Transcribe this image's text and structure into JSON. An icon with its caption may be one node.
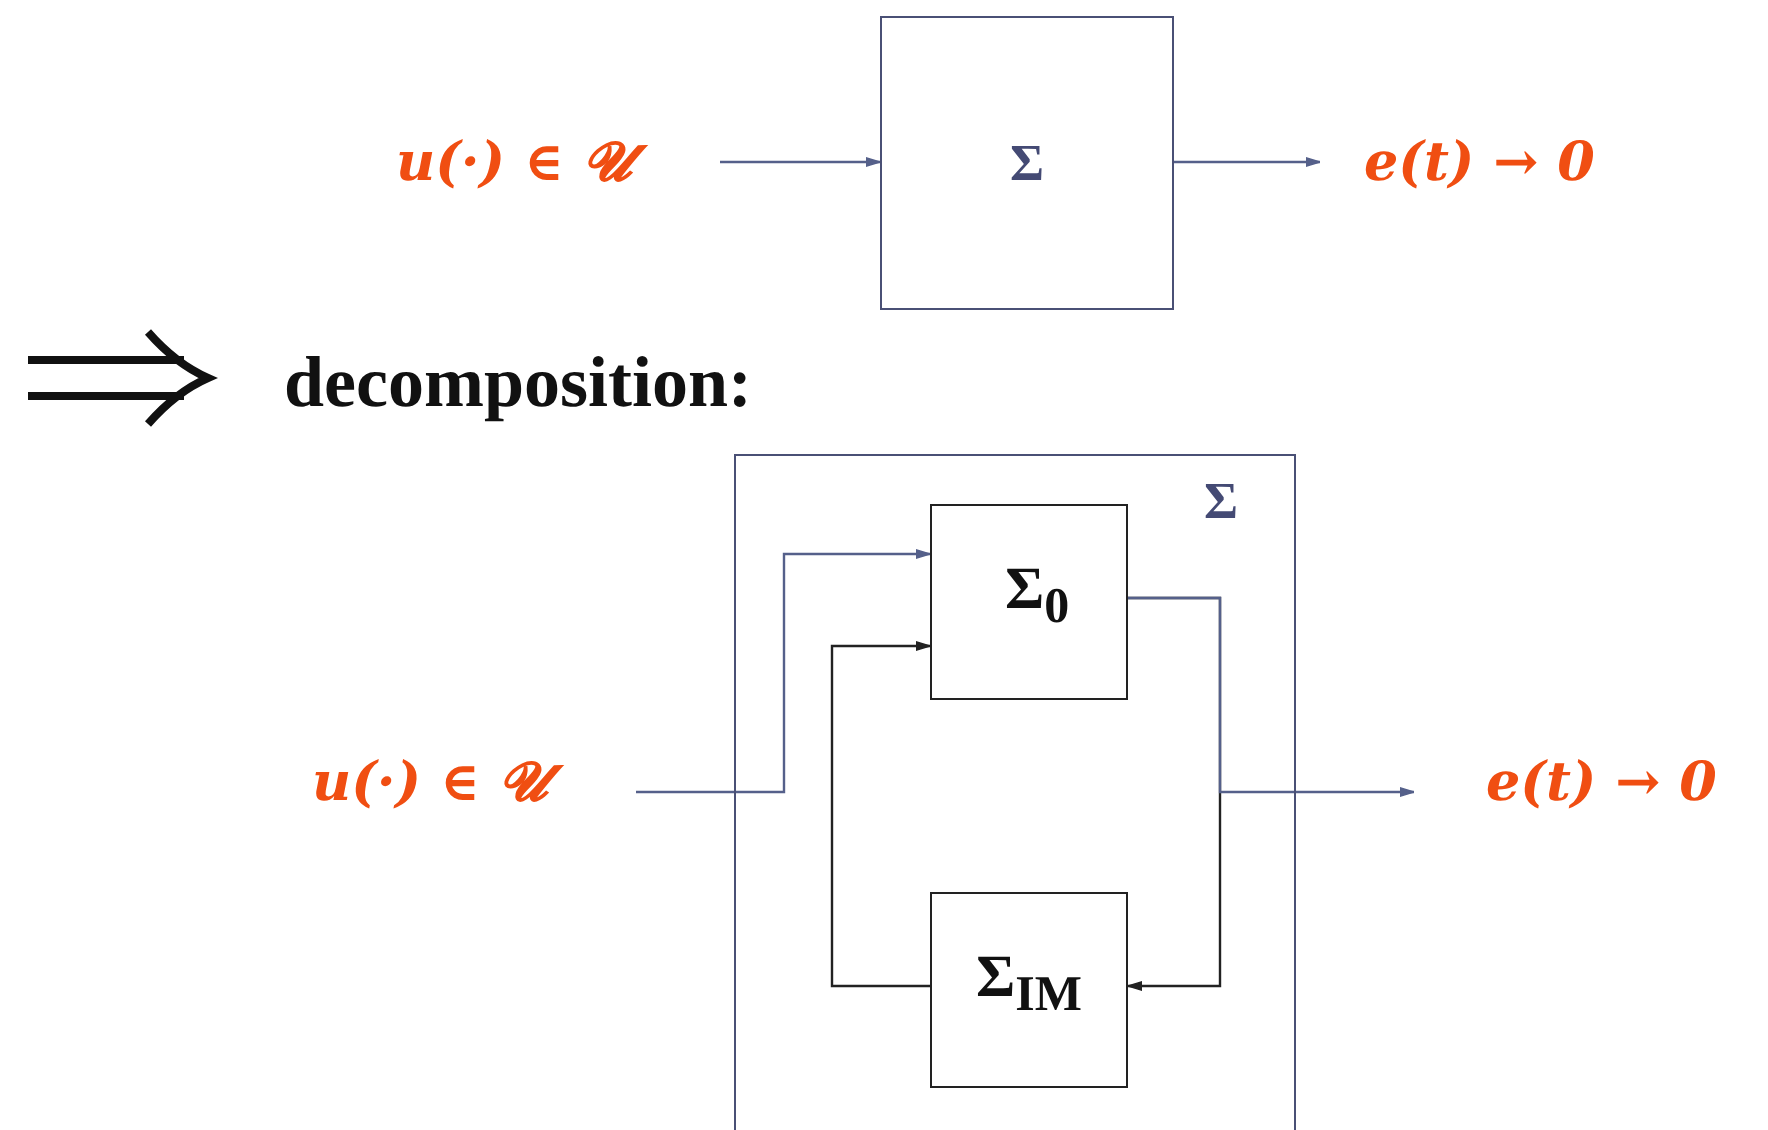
{
  "diagram": {
    "nodes": [
      {
        "text": [
          "u(·) ∈ 𝓤"
        ]
      },
      {
        "text": [
          "Σ"
        ]
      },
      {
        "text": [
          "e(t) → 0"
        ]
      },
      {
        "text": [
          "Σ"
        ]
      },
      {
        "text": [
          "Σ$_{0}$"
        ],
        "in": 3
      },
      {
        "text": [
          "Σ$_{IM}$"
        ],
        "in": 3
      },
      {
        "text": [
          "u(·) ∈ 𝓤"
        ]
      },
      {
        "text": [
          "e(t) → 0"
        ]
      }
    ],
    "edges": [
      {
        "from": 0,
        "to": 1,
        "arrow": "to"
      },
      {
        "from": 1,
        "to": 2,
        "arrow": "to"
      },
      {
        "from": 6,
        "to": 4,
        "arrow": "to"
      },
      {
        "from": 4,
        "to": 5,
        "arrow": "to",
        "color": "#222222"
      },
      {
        "from": 5,
        "to": 4,
        "arrow": "to",
        "color": "#222222"
      },
      {
        "from": 4,
        "to": 7,
        "arrow": "to"
      }
    ],
    "labels": [
      "decomposition:"
    ]
  }
}
